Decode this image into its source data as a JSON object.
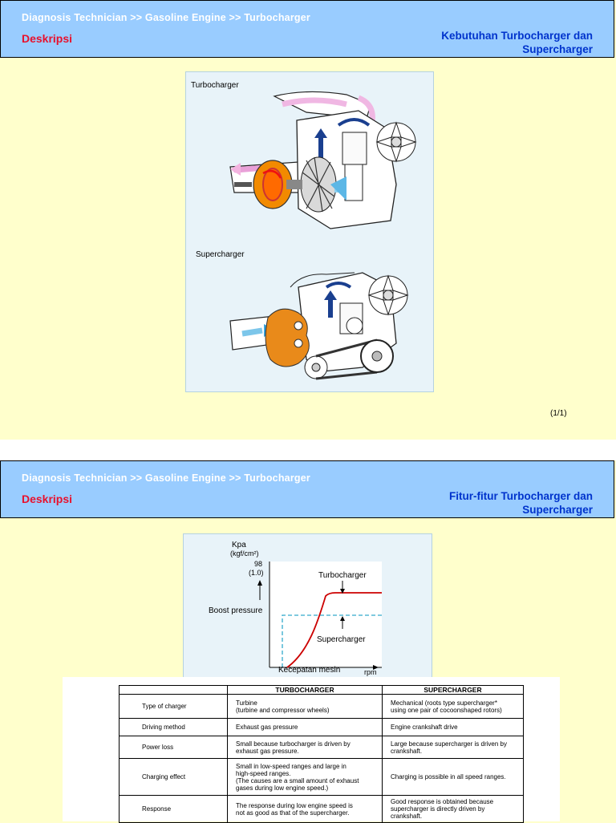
{
  "slides": [
    {
      "breadcrumb": "Diagnosis Technician >> Gasoline Engine >> Turbocharger",
      "section": "Deskripsi",
      "heading_line1": "Kebutuhan Turbocharger dan",
      "heading_line2": "Supercharger",
      "labels": {
        "turbo": "Turbocharger",
        "super": "Supercharger"
      },
      "page": "(1/1)"
    },
    {
      "breadcrumb": "Diagnosis Technician >> Gasoline Engine >> Turbocharger",
      "section": "Deskripsi",
      "heading_line1": "Fitur-fitur Turbocharger dan",
      "heading_line2": "Supercharger"
    }
  ],
  "chart_data": {
    "type": "line",
    "ylabel_line1": "Kpa",
    "ylabel_line2": "(kgf/cm²)",
    "ytick_value": "98",
    "ytick_value2": "(1.0)",
    "boost_label": "Boost pressure",
    "xlabel": "Kecepatan mesin",
    "xunit": "rpm",
    "series": [
      {
        "name": "Turbocharger",
        "color": "#cc0000",
        "style": "solid"
      },
      {
        "name": "Supercharger",
        "color": "#33aacc",
        "style": "dashed"
      }
    ]
  },
  "table": {
    "headers": [
      "",
      "TURBOCHARGER",
      "SUPERCHARGER"
    ],
    "rows": [
      [
        "Type of charger",
        "Turbine\n(turbine and compressor wheels)",
        "Mechanical (roots type supercharger*\nusing one pair of cocoonshaped rotors)"
      ],
      [
        "Driving method",
        "Exhaust gas pressure",
        "Engine crankshaft drive"
      ],
      [
        "Power loss",
        "Small because turbocharger is driven by\nexhaust gas pressure.",
        "Large because supercharger is driven by\ncrankshaft."
      ],
      [
        "Charging effect",
        "Small in low-speed ranges and large in\nhigh-speed ranges.\n(The causes are a small amount of exhaust\n gases during low engine speed.)",
        "Charging is possible in all speed ranges."
      ],
      [
        "Response",
        "The response during low engine speed is\nnot as good as that of the supercharger.",
        "Good response is obtained because\nsupercharger is directly driven by\ncrankshaft."
      ]
    ]
  },
  "colors": {
    "header_bg": "#99ccff",
    "page_bg": "#ffffcc",
    "section_red": "#e8112d",
    "heading_blue": "#0033cc"
  }
}
